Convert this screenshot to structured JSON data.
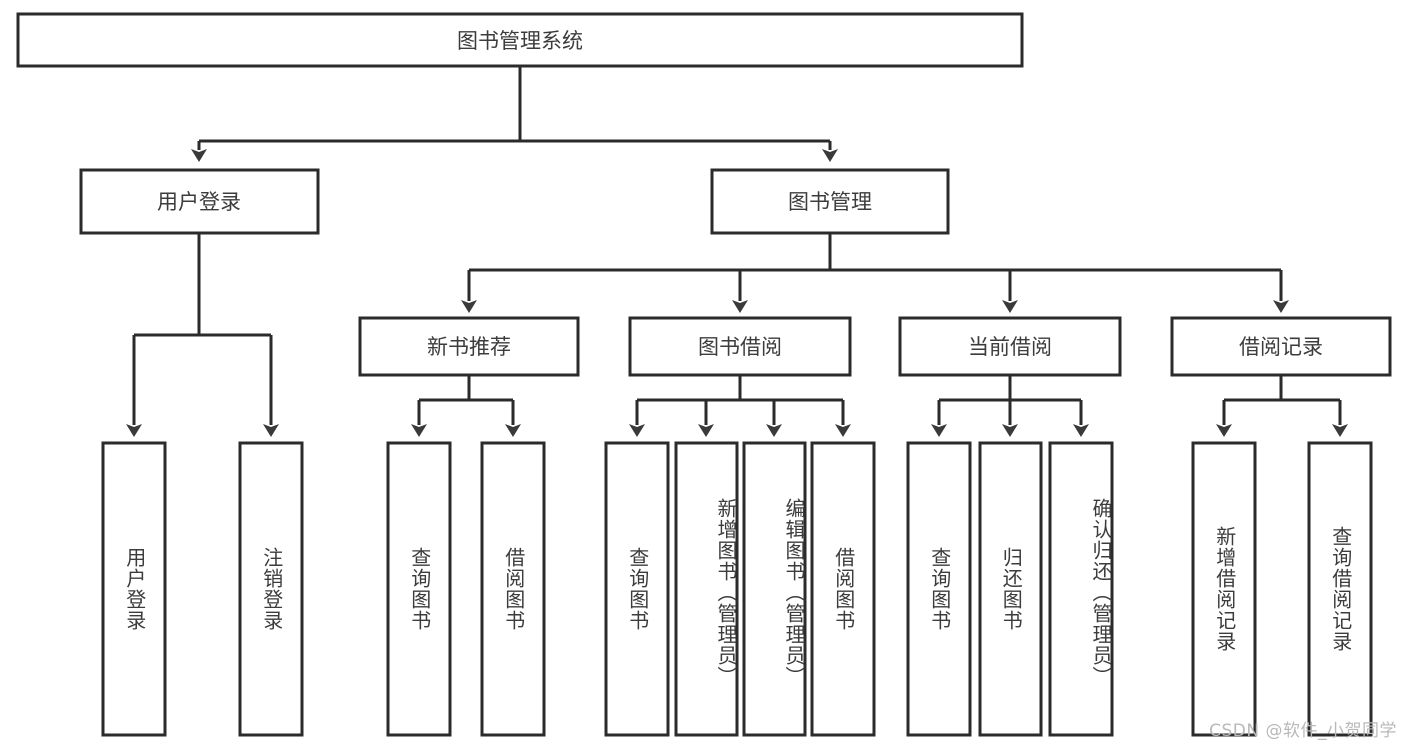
{
  "diagram": {
    "title": "图书管理系统",
    "type": "tree-hierarchy",
    "root": {
      "id": "root",
      "label": "图书管理系统"
    },
    "level2": [
      {
        "id": "user-login",
        "label": "用户登录"
      },
      {
        "id": "book-manage",
        "label": "图书管理"
      }
    ],
    "level3": [
      {
        "id": "new-book-rec",
        "label": "新书推荐",
        "parent": "book-manage"
      },
      {
        "id": "book-borrow",
        "label": "图书借阅",
        "parent": "book-manage"
      },
      {
        "id": "current-borrow",
        "label": "当前借阅",
        "parent": "book-manage"
      },
      {
        "id": "borrow-record",
        "label": "借阅记录",
        "parent": "book-manage"
      }
    ],
    "leaves": {
      "user_login": [
        {
          "id": "leaf-user-login",
          "label": "用户登录"
        },
        {
          "id": "leaf-user-logout",
          "label": "注销登录"
        }
      ],
      "new_book_rec": [
        {
          "id": "leaf-query-book-1",
          "label": "查询图书"
        },
        {
          "id": "leaf-borrow-book-1",
          "label": "借阅图书"
        }
      ],
      "book_borrow": [
        {
          "id": "leaf-query-book-2",
          "label": "查询图书"
        },
        {
          "id": "leaf-add-book",
          "label": "新增图书（管理员）"
        },
        {
          "id": "leaf-edit-book",
          "label": "编辑图书（管理员）"
        },
        {
          "id": "leaf-borrow-book-2",
          "label": "借阅图书"
        }
      ],
      "current_borrow": [
        {
          "id": "leaf-query-book-3",
          "label": "查询图书"
        },
        {
          "id": "leaf-return-book",
          "label": "归还图书"
        },
        {
          "id": "leaf-confirm-return",
          "label": "确认归还（管理员）"
        }
      ],
      "borrow_record": [
        {
          "id": "leaf-add-record",
          "label": "新增借阅记录"
        },
        {
          "id": "leaf-query-record",
          "label": "查询借阅记录"
        }
      ]
    },
    "colors": {
      "box_stroke": "#2b2b2b",
      "connector": "#2b2b2b",
      "text": "#3c3c3c",
      "background": "#ffffff",
      "watermark": "#b9b9b9"
    }
  },
  "watermark": {
    "text": "CSDN @软件_小贺同学"
  }
}
